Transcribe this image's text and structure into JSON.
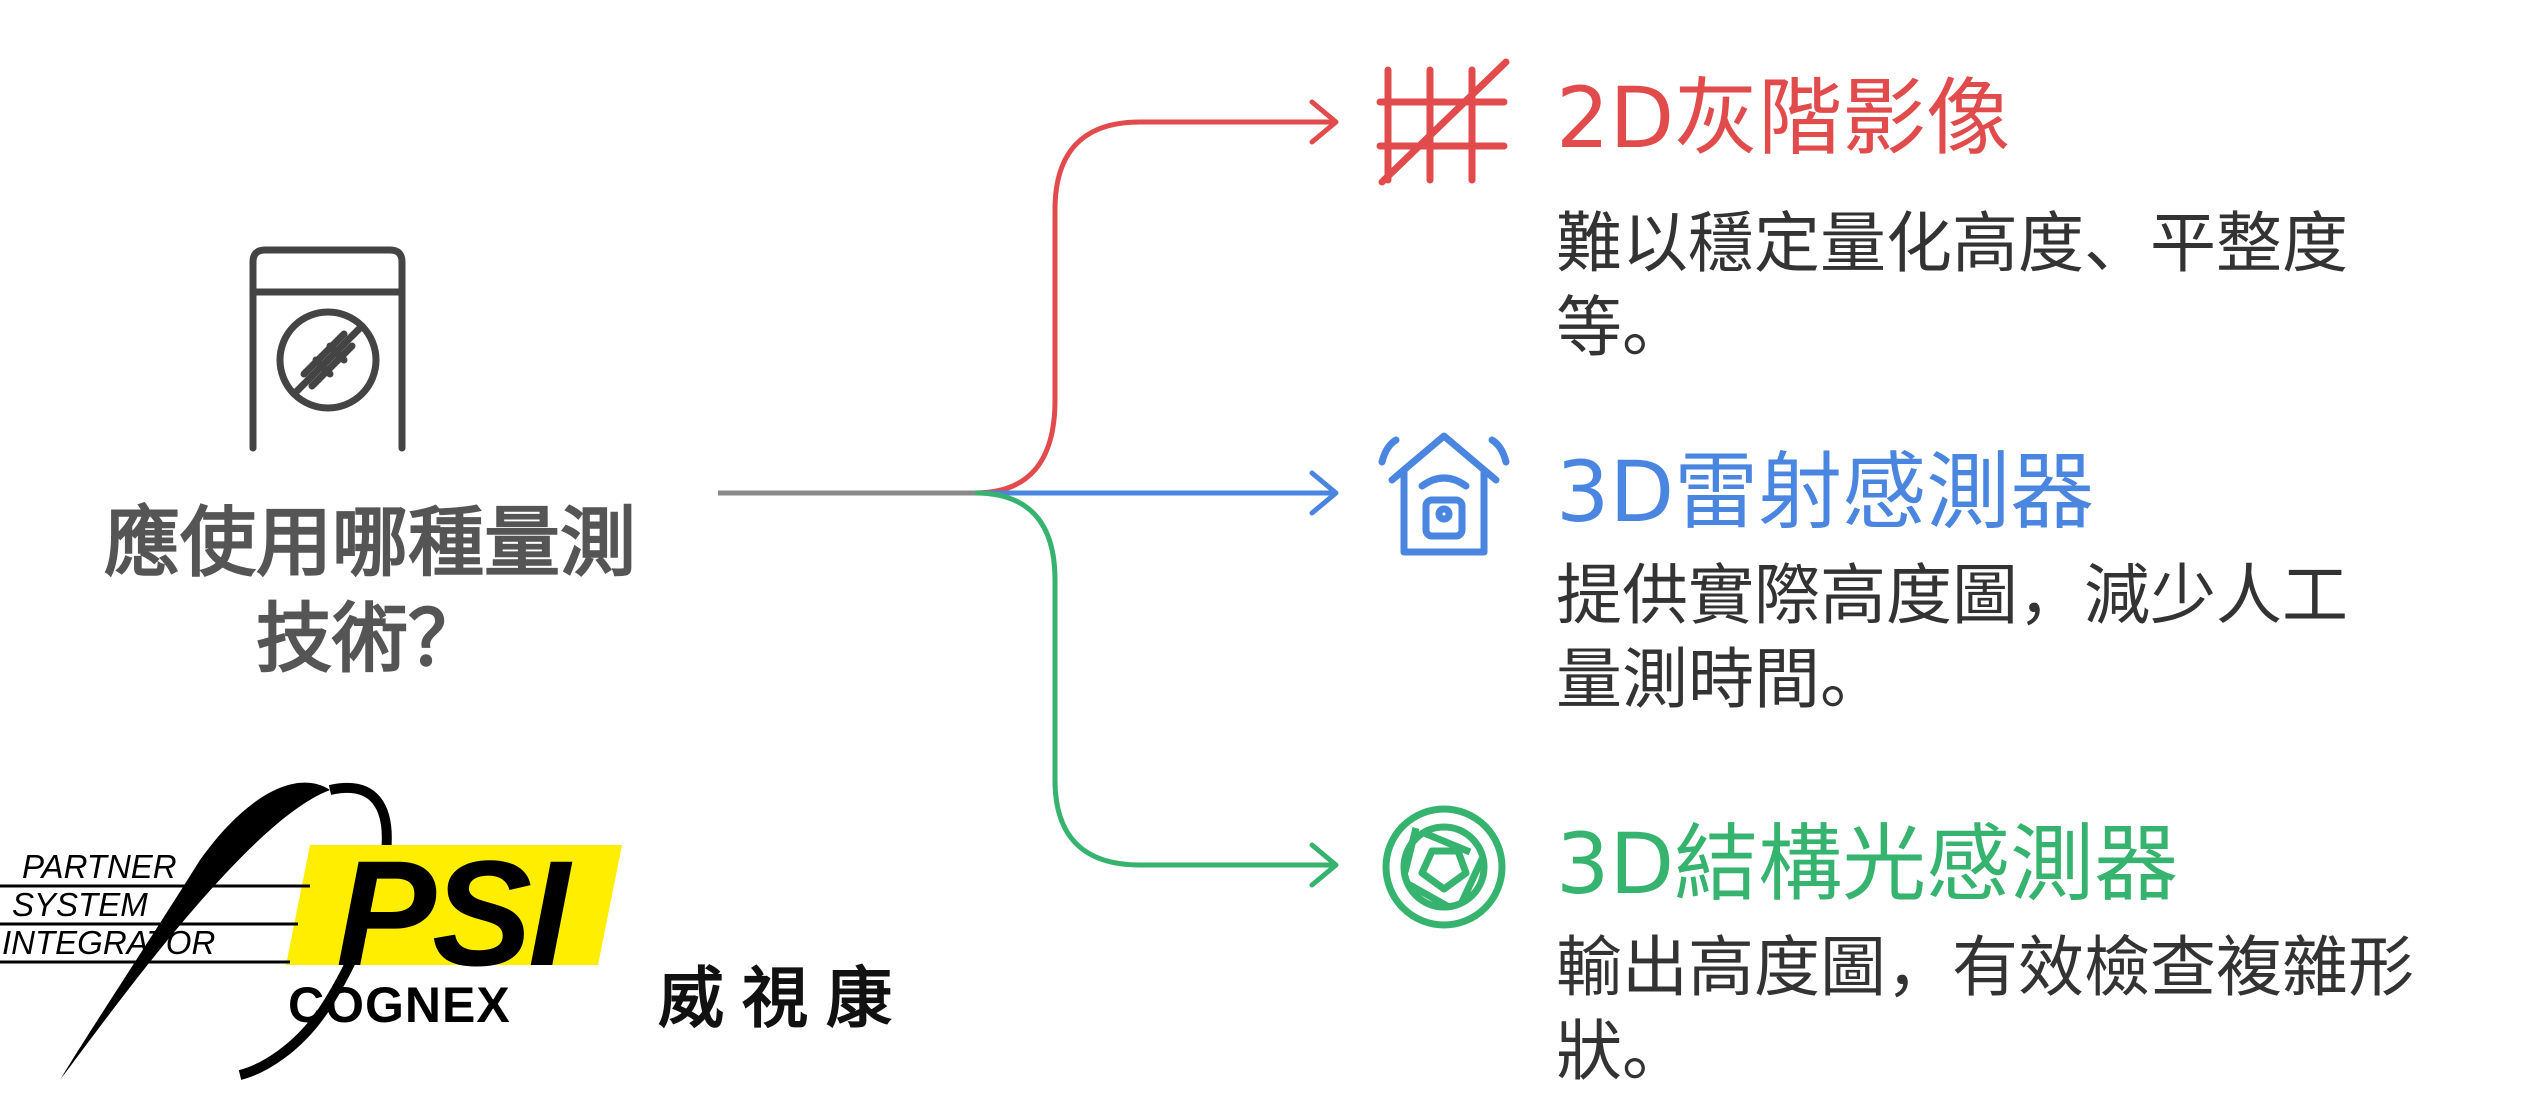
{
  "question": {
    "line1": "應使用哪種量測",
    "line2": "技術？"
  },
  "options": [
    {
      "title": "2D灰階影像",
      "desc_line1": "難以穩定量化高度、平整度",
      "desc_line2": "等。",
      "color": "#e24b4b",
      "icon": "grid-slash-icon"
    },
    {
      "title": "3D雷射感測器",
      "desc_line1": "提供實際高度圖，減少人工",
      "desc_line2": "量測時間。",
      "color": "#4a86e0",
      "icon": "smart-home-lock-icon"
    },
    {
      "title": "3D結構光感測器",
      "desc_line1": "輸出高度圖，有效檢查複雜形",
      "desc_line2": "狀。",
      "color": "#36b36e",
      "icon": "aperture-icon"
    }
  ],
  "logo": {
    "line1": "PARTNER",
    "line2": "SYSTEM",
    "line3": "INTEGRATOR",
    "mark": "PSI",
    "brand": "COGNEX",
    "company": "威視康",
    "yellow": "#ffee00"
  },
  "colors": {
    "trunk": "#8a8a8a",
    "icon_gray": "#444444"
  }
}
